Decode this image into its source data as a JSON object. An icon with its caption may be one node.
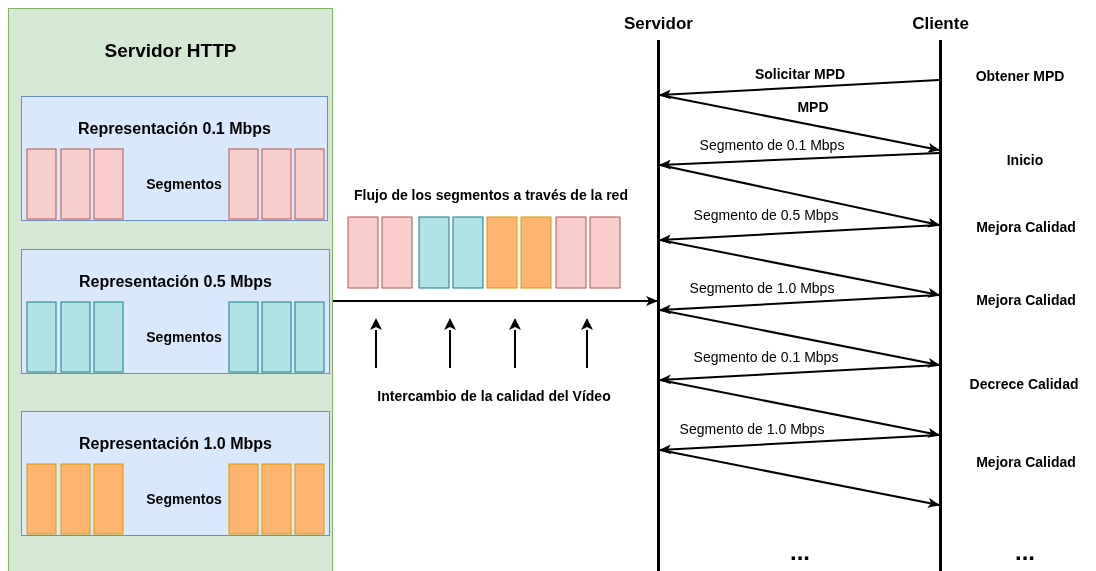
{
  "diagram": {
    "nodes": [
      {
        "text": [
          "Servidor HTTP"
        ]
      },
      {
        "text": [
          "Representación 0.1 Mbps",
          "Segmentos"
        ],
        "in": 0
      },
      {
        "text": [
          "Representación 0.5 Mbps",
          "Segmentos"
        ],
        "in": 0
      },
      {
        "text": [
          "Representación 1.0 Mbps",
          "Segmentos"
        ],
        "in": 0
      },
      {
        "text": [
          "Servidor"
        ]
      },
      {
        "text": [
          "Cliente"
        ]
      }
    ],
    "edges": [
      {
        "from": 0,
        "to": 4,
        "arrow": "to"
      },
      {
        "from": 5,
        "to": 4,
        "arrow": "to",
        "label": "Solicitar MPD"
      },
      {
        "from": 4,
        "to": 5,
        "arrow": "to",
        "label": "MPD"
      },
      {
        "from": 5,
        "to": 4,
        "arrow": "to",
        "label": "Segmento de 0.1 Mbps"
      },
      {
        "from": 4,
        "to": 5,
        "arrow": "to"
      },
      {
        "from": 5,
        "to": 4,
        "arrow": "to",
        "label": "Segmento de 0.5 Mbps"
      },
      {
        "from": 4,
        "to": 5,
        "arrow": "to"
      },
      {
        "from": 5,
        "to": 4,
        "arrow": "to",
        "label": "Segmento de 1.0 Mbps"
      },
      {
        "from": 4,
        "to": 5,
        "arrow": "to"
      },
      {
        "from": 5,
        "to": 4,
        "arrow": "to",
        "label": "Segmento de 0.1 Mbps"
      },
      {
        "from": 4,
        "to": 5,
        "arrow": "to"
      },
      {
        "from": 5,
        "to": 4,
        "arrow": "to",
        "label": "Segmento de 1.0 Mbps"
      },
      {
        "from": 4,
        "to": 5,
        "arrow": "to"
      }
    ],
    "labels": [
      "Flujo de los segmentos a través de la red",
      "Intercambio de la calidad del Vídeo",
      "Obtener MPD",
      "Inicio",
      "Mejora Calidad",
      "Mejora Calidad",
      "Decrece Calidad",
      "Mejora Calidad",
      "...",
      "..."
    ]
  }
}
